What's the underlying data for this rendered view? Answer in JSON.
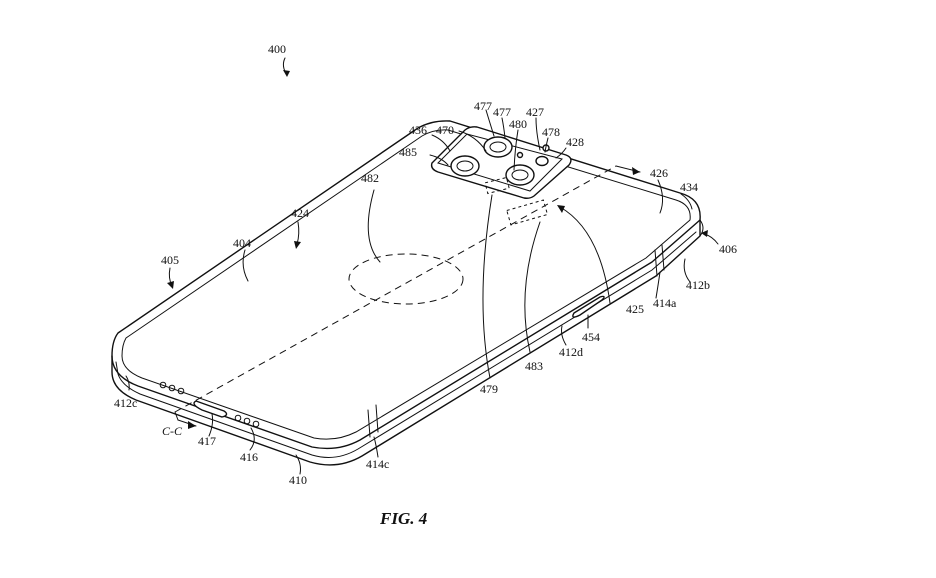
{
  "figure": {
    "caption": "FIG. 4",
    "section_label": "C-C",
    "labels": {
      "l400": "400",
      "l477a": "477",
      "l477b": "477",
      "l427": "427",
      "l436": "436",
      "l470": "470",
      "l480": "480",
      "l478": "478",
      "l428": "428",
      "l485": "485",
      "l426": "426",
      "l434": "434",
      "l482": "482",
      "l424": "424",
      "l404": "404",
      "l406": "406",
      "l405": "405",
      "l412b": "412b",
      "l414a": "414a",
      "l425": "425",
      "l454": "454",
      "l412d": "412d",
      "l483": "483",
      "l479": "479",
      "l412c": "412c",
      "l417": "417",
      "l416": "416",
      "l414c": "414c",
      "l410": "410"
    }
  }
}
